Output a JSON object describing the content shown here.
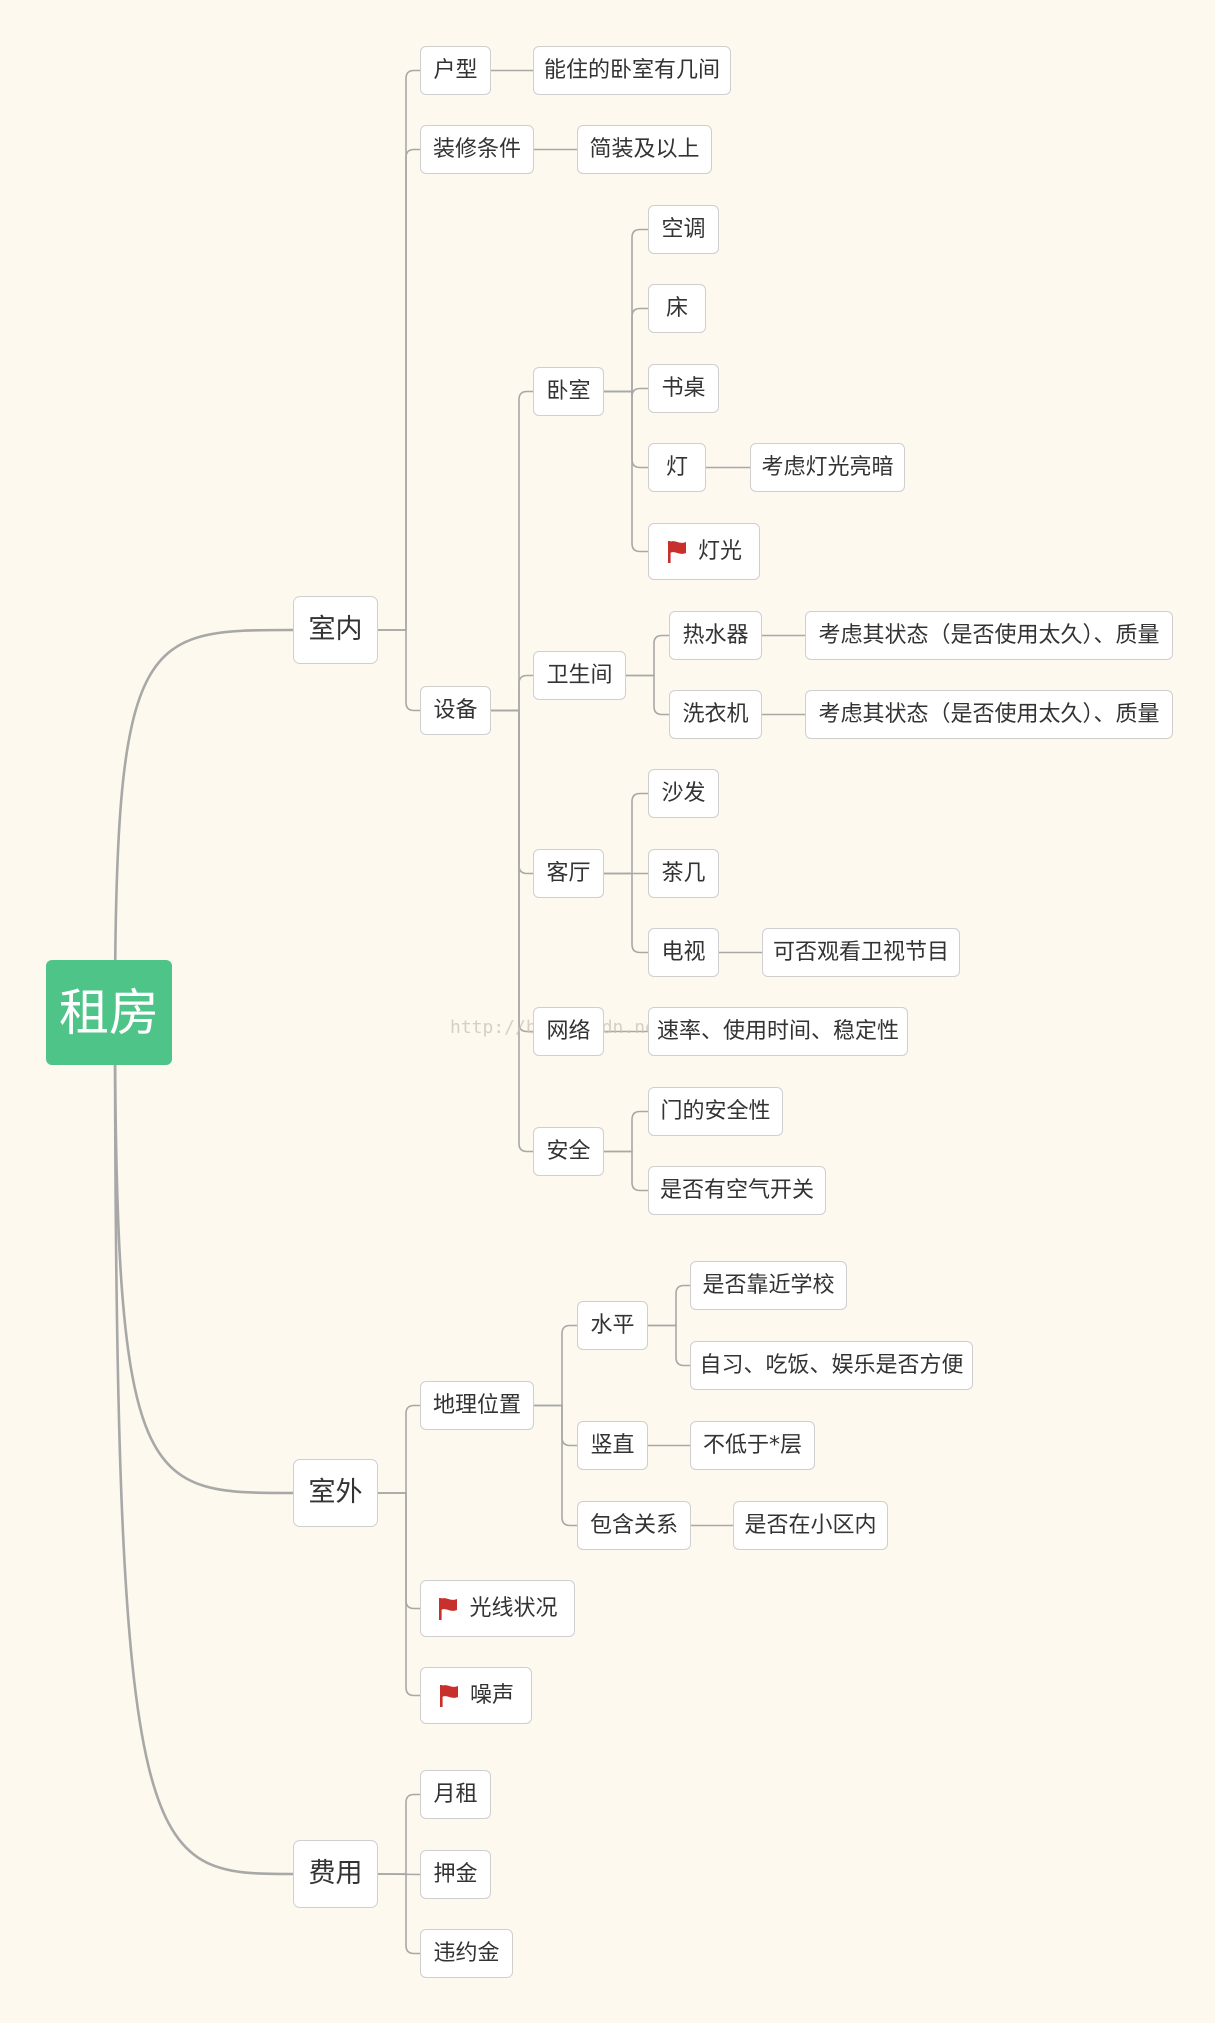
{
  "colors": {
    "background": "#fdf9ef",
    "root_fill": "#4fc489",
    "node_fill": "#ffffff",
    "node_border": "#cfcfcf",
    "line": "#a8a8a8",
    "flag": "#c8302c"
  },
  "watermark": "http://blog.csdn.net/...",
  "mindmap": {
    "root": "租房",
    "branches": [
      {
        "label": "室内",
        "children": [
          {
            "label": "户型",
            "children": [
              {
                "label": "能住的卧室有几间"
              }
            ]
          },
          {
            "label": "装修条件",
            "children": [
              {
                "label": "简装及以上"
              }
            ]
          },
          {
            "label": "设备",
            "children": [
              {
                "label": "卧室",
                "children": [
                  {
                    "label": "空调"
                  },
                  {
                    "label": "床"
                  },
                  {
                    "label": "书桌"
                  },
                  {
                    "label": "灯",
                    "children": [
                      {
                        "label": "考虑灯光亮暗"
                      }
                    ]
                  },
                  {
                    "label": "灯光",
                    "icon": "red-flag-icon"
                  }
                ]
              },
              {
                "label": "卫生间",
                "children": [
                  {
                    "label": "热水器",
                    "children": [
                      {
                        "label": "考虑其状态（是否使用太久）、质量"
                      }
                    ]
                  },
                  {
                    "label": "洗衣机",
                    "children": [
                      {
                        "label": "考虑其状态（是否使用太久）、质量"
                      }
                    ]
                  }
                ]
              },
              {
                "label": "客厅",
                "children": [
                  {
                    "label": "沙发"
                  },
                  {
                    "label": "茶几"
                  },
                  {
                    "label": "电视",
                    "children": [
                      {
                        "label": "可否观看卫视节目"
                      }
                    ]
                  }
                ]
              },
              {
                "label": "网络",
                "children": [
                  {
                    "label": "速率、使用时间、稳定性"
                  }
                ]
              },
              {
                "label": "安全",
                "children": [
                  {
                    "label": "门的安全性"
                  },
                  {
                    "label": "是否有空气开关"
                  }
                ]
              }
            ]
          }
        ]
      },
      {
        "label": "室外",
        "children": [
          {
            "label": "地理位置",
            "children": [
              {
                "label": "水平",
                "children": [
                  {
                    "label": "是否靠近学校"
                  },
                  {
                    "label": "自习、吃饭、娱乐是否方便"
                  }
                ]
              },
              {
                "label": "竖直",
                "children": [
                  {
                    "label": "不低于*层"
                  }
                ]
              },
              {
                "label": "包含关系",
                "children": [
                  {
                    "label": "是否在小区内"
                  }
                ]
              }
            ]
          },
          {
            "label": "光线状况",
            "icon": "red-flag-icon"
          },
          {
            "label": "噪声",
            "icon": "red-flag-icon"
          }
        ]
      },
      {
        "label": "费用",
        "children": [
          {
            "label": "月租"
          },
          {
            "label": "押金"
          },
          {
            "label": "违约金"
          }
        ]
      }
    ]
  }
}
